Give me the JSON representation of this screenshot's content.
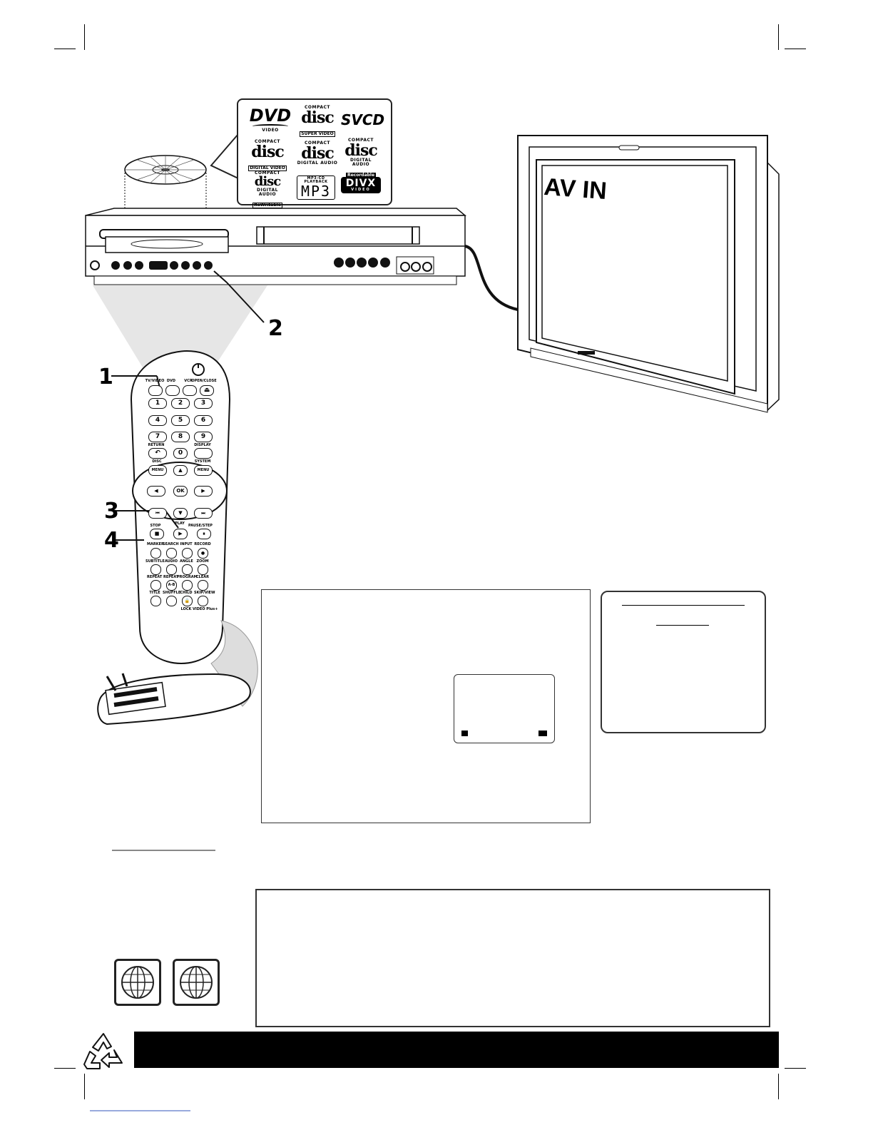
{
  "callouts": {
    "step1": "1",
    "step2": "2",
    "step3": "3",
    "step4": "4"
  },
  "tv": {
    "screen_text": "AV IN"
  },
  "logos": {
    "dvd": {
      "main": "DVD",
      "sub": "VIDEO"
    },
    "cd_svcd": {
      "top": "COMPACT",
      "word": "disc",
      "tag": "SUPER VIDEO"
    },
    "svcd": {
      "main": "SVCD"
    },
    "cd_video": {
      "top": "COMPACT",
      "word": "disc",
      "tag": "DIGITAL VIDEO"
    },
    "cd_audio": {
      "top": "COMPACT",
      "word": "disc",
      "tag": "DIGITAL AUDIO"
    },
    "cd_recordable": {
      "top": "COMPACT",
      "word": "disc",
      "tag1": "DIGITAL AUDIO",
      "tag2": "Recordable"
    },
    "cd_rewritable": {
      "top": "COMPACT",
      "word": "disc",
      "tag1": "DIGITAL AUDIO",
      "tag2": "ReWritable"
    },
    "mp3": {
      "top": "MP3-CD PLAYBACK",
      "main": "MP3"
    },
    "divx": {
      "main": "DIVX",
      "sub": "VIDEO"
    }
  },
  "remote": {
    "row1_labels": [
      "TV/VIDEO",
      "DVD",
      "VCR",
      "OPEN/CLOSE"
    ],
    "digits": [
      "1",
      "2",
      "3",
      "4",
      "5",
      "6",
      "7",
      "8",
      "9",
      "0"
    ],
    "return_label": "RETURN",
    "display_label": "DISPLAY",
    "disc_label": "DISC",
    "system_label": "SYSTEM",
    "menu_label": "MENU",
    "ok_label": "OK",
    "stop_label": "STOP",
    "play_label": "PLAY",
    "pause_label": "PAUSE/STEP",
    "row_a": [
      "MARKER",
      "SEARCH",
      "INPUT",
      "RECORD"
    ],
    "row_b": [
      "SUBTITLE",
      "AUDIO",
      "ANGLE",
      "ZOOM"
    ],
    "row_c": [
      "REPEAT",
      "REPEAT",
      "PROGRAM",
      "CLEAR"
    ],
    "row_d": [
      "TITLE",
      "SHUFFLE",
      "CHILD",
      "SKIP/VIEW"
    ],
    "ab_label": "A-B",
    "lock_label": "LOCK",
    "vcrplus_label": "VIDEO Plus+"
  },
  "colors": {
    "footer_bar": "#000000",
    "frame": "#333333"
  }
}
